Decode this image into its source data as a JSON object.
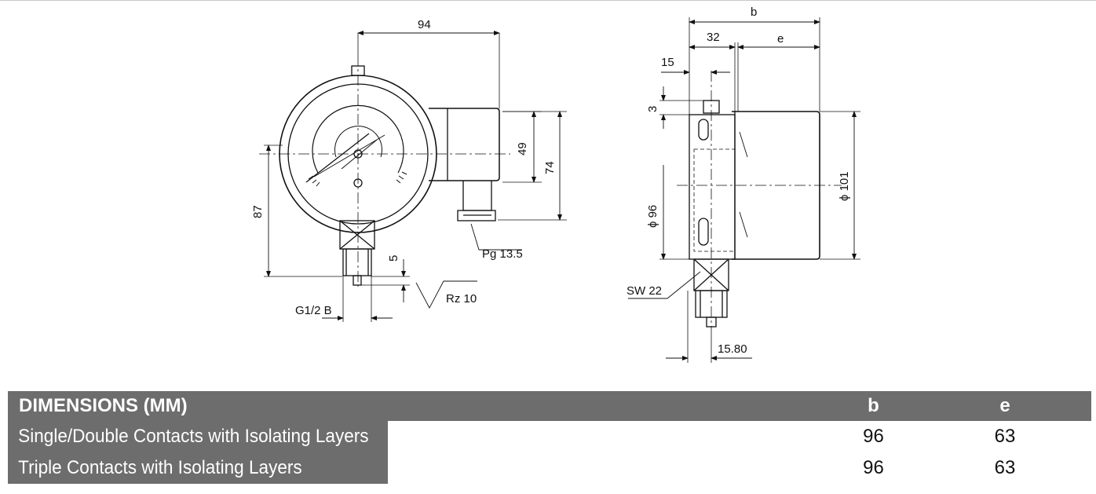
{
  "front_view": {
    "dim_width": "94",
    "dim_height_49": "49",
    "dim_height_74": "74",
    "dim_height_87": "87",
    "dim_thread_5": "5",
    "label_pg": "Pg 13.5",
    "label_rz": "Rz 10",
    "label_thread": "G1/2 B"
  },
  "side_view": {
    "dim_b": "b",
    "dim_32": "32",
    "dim_e": "e",
    "dim_15": "15",
    "dim_3": "3",
    "dim_dia_96": "ϕ 96",
    "dim_dia_101": "ϕ 101",
    "label_sw": "SW 22",
    "dim_1580": "15.80"
  },
  "table": {
    "header": {
      "label": "DIMENSIONS (MM)",
      "b": "b",
      "e": "e"
    },
    "rows": [
      {
        "label": "Single/Double Contacts with Isolating Layers",
        "b": "96",
        "e": "63"
      },
      {
        "label": "Triple Contacts with Isolating Layers",
        "b": "96",
        "e": "63"
      }
    ]
  }
}
